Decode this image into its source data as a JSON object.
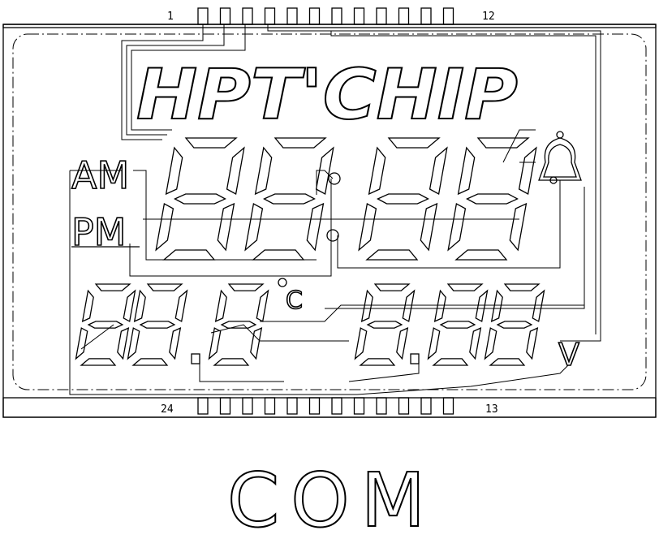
{
  "pins": {
    "top_left": "1",
    "top_right": "12",
    "bottom_left": "24",
    "bottom_right": "13"
  },
  "segments": {
    "brand": "HPT'CHIP",
    "am": "AM",
    "pm": "PM",
    "celsius": "°C",
    "volt": "V"
  },
  "caption": "COM",
  "icons": [
    "bell-icon",
    "colon-dots",
    "decimal-points"
  ]
}
